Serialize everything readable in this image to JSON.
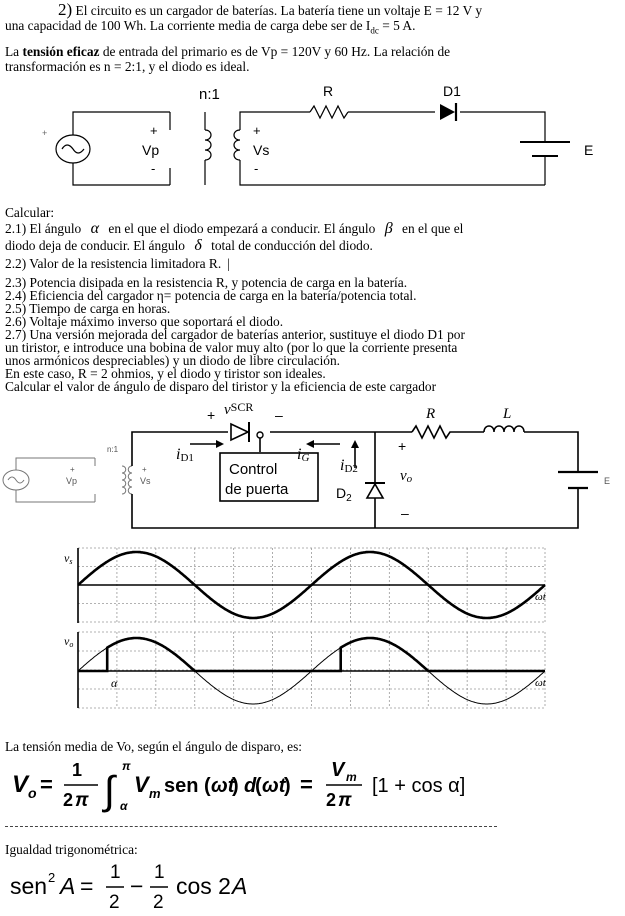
{
  "problem": {
    "number": "2)",
    "intro_line1": "El circuito es un cargador de baterías. La batería tiene un voltaje E = 12 V y",
    "intro_line2": "una capacidad de 100 Wh. La corriente media de carga debe ser de I",
    "intro_line2_sub": "dc",
    "intro_line2_end": " = 5 A.",
    "rms_line1_a": "La ",
    "rms_line1_bold": "tensión eficaz",
    "rms_line1_b": " de entrada del primario es de Vp = 120V y 60 Hz. La relación de",
    "rms_line2": "transformación es n = 2:1, y el diodo es ideal."
  },
  "circuit1": {
    "ratio_label": "n:1",
    "resistor_label": "R",
    "diode_label": "D1",
    "plus_small": "+",
    "primary_plus": "+",
    "primary_label": "Vp",
    "primary_minus": "-",
    "secondary_plus": "+",
    "secondary_label": "Vs",
    "secondary_minus": "-",
    "battery_label": "E"
  },
  "questions": {
    "heading": "Calcular:",
    "q21_a": "2.1) El ángulo",
    "q21_alpha": "α",
    "q21_b": "en el que el diodo empezará a conducir. El ángulo",
    "q21_beta": "β",
    "q21_c": "en el que el",
    "q21_line2_a": "diodo deja de conducir. El ángulo",
    "q21_delta": "δ",
    "q21_line2_b": "total de conducción del diodo.",
    "q22": "2.2) Valor de la resistencia limitadora R.",
    "q23": "2.3) Potencia disipada en la resistencia R, y potencia de carga en la batería.",
    "q24": "2.4) Eficiencia del cargador η= potencia de carga en la batería/potencia total.",
    "q25": "2.5) Tiempo de carga en horas.",
    "q26": "2.6) Voltaje máximo inverso que soportará el diodo.",
    "q27_l1": "2.7) Una versión mejorada del cargador de baterías anterior, sustituye el diodo D1 por",
    "q27_l2": "un tiristor, e introduce una bobina de valor muy alto (por lo que la corriente presenta",
    "q27_l3": "unos armónicos despreciables) y un diodo de libre circulación.",
    "q27_l4": "En este caso, R = 2 ohmios, y el diodo y tiristor son ideales.",
    "q27_l5": "Calcular el valor de ángulo de disparo del tiristor y la eficiencia de este cargador"
  },
  "circuit2": {
    "vscr_plus": "+",
    "vscr_label": "v",
    "vscr_sub": "SCR",
    "vscr_minus": "–",
    "r_label": "R",
    "l_label": "L",
    "ratio_label": "n:1",
    "id1_label": "i",
    "id1_sub": "D1",
    "ig_label": "i",
    "ig_sub": "G",
    "control_l1": "Control",
    "control_l2": "de puerta",
    "id2_label": "i",
    "id2_sub": "D2",
    "d2_label": "D",
    "d2_sub": "2",
    "vo_plus": "+",
    "vo_label": "v",
    "vo_sub": "o",
    "vo_minus": "–",
    "vp_plus": "+",
    "vp_label": "Vp",
    "vs_plus": "+",
    "vs_label": "Vs",
    "battery_label": "E"
  },
  "waveforms": {
    "top_ylabel": "v",
    "top_ysub": "s",
    "top_xlabel": "ωt",
    "bottom_ylabel": "v",
    "bottom_ysub": "o",
    "bottom_xlabel": "ωt",
    "alpha_label": "α"
  },
  "formulas": {
    "intro": "La tensión media de Vo, según el ángulo de disparo, es:",
    "identity_heading": "Igualdad trigonométrica:"
  }
}
